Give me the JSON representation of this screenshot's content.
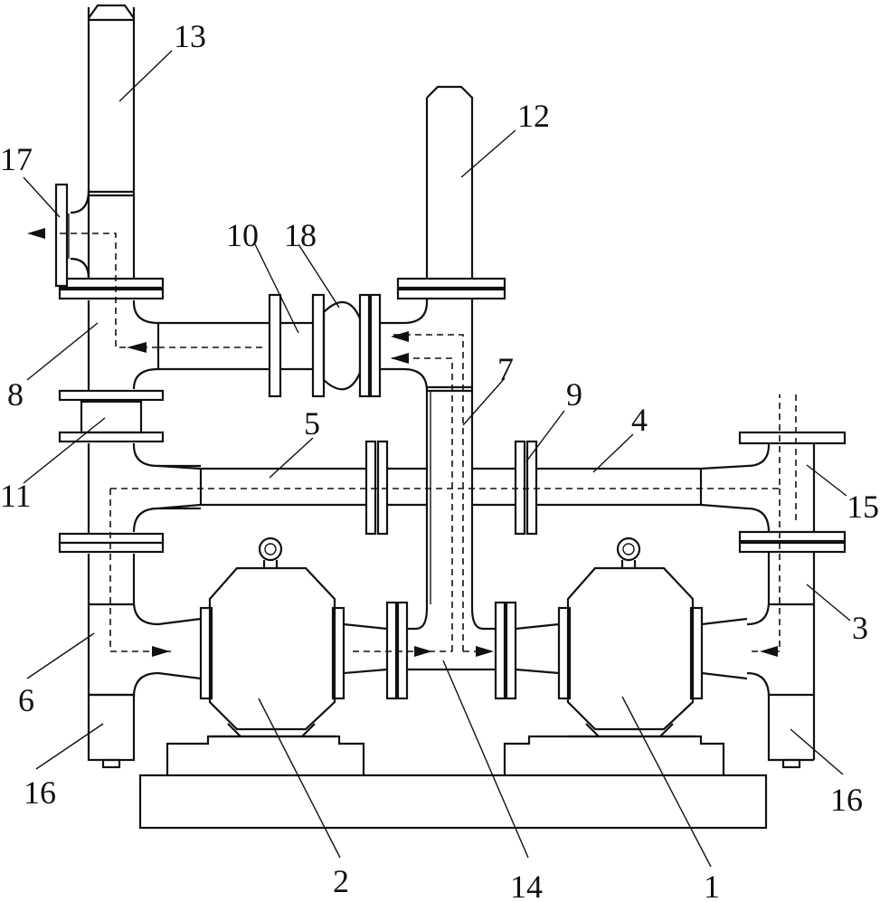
{
  "labels": {
    "l1": "1",
    "l2": "2",
    "l3": "3",
    "l4": "4",
    "l5": "5",
    "l6": "6",
    "l7": "7",
    "l8": "8",
    "l9": "9",
    "l10": "10",
    "l11": "11",
    "l12": "12",
    "l13": "13",
    "l14": "14",
    "l15": "15",
    "l16a": "16",
    "l16b": "16",
    "l17": "17",
    "l18": "18"
  },
  "colors": {
    "line": "#111111",
    "background": "#ffffff"
  }
}
